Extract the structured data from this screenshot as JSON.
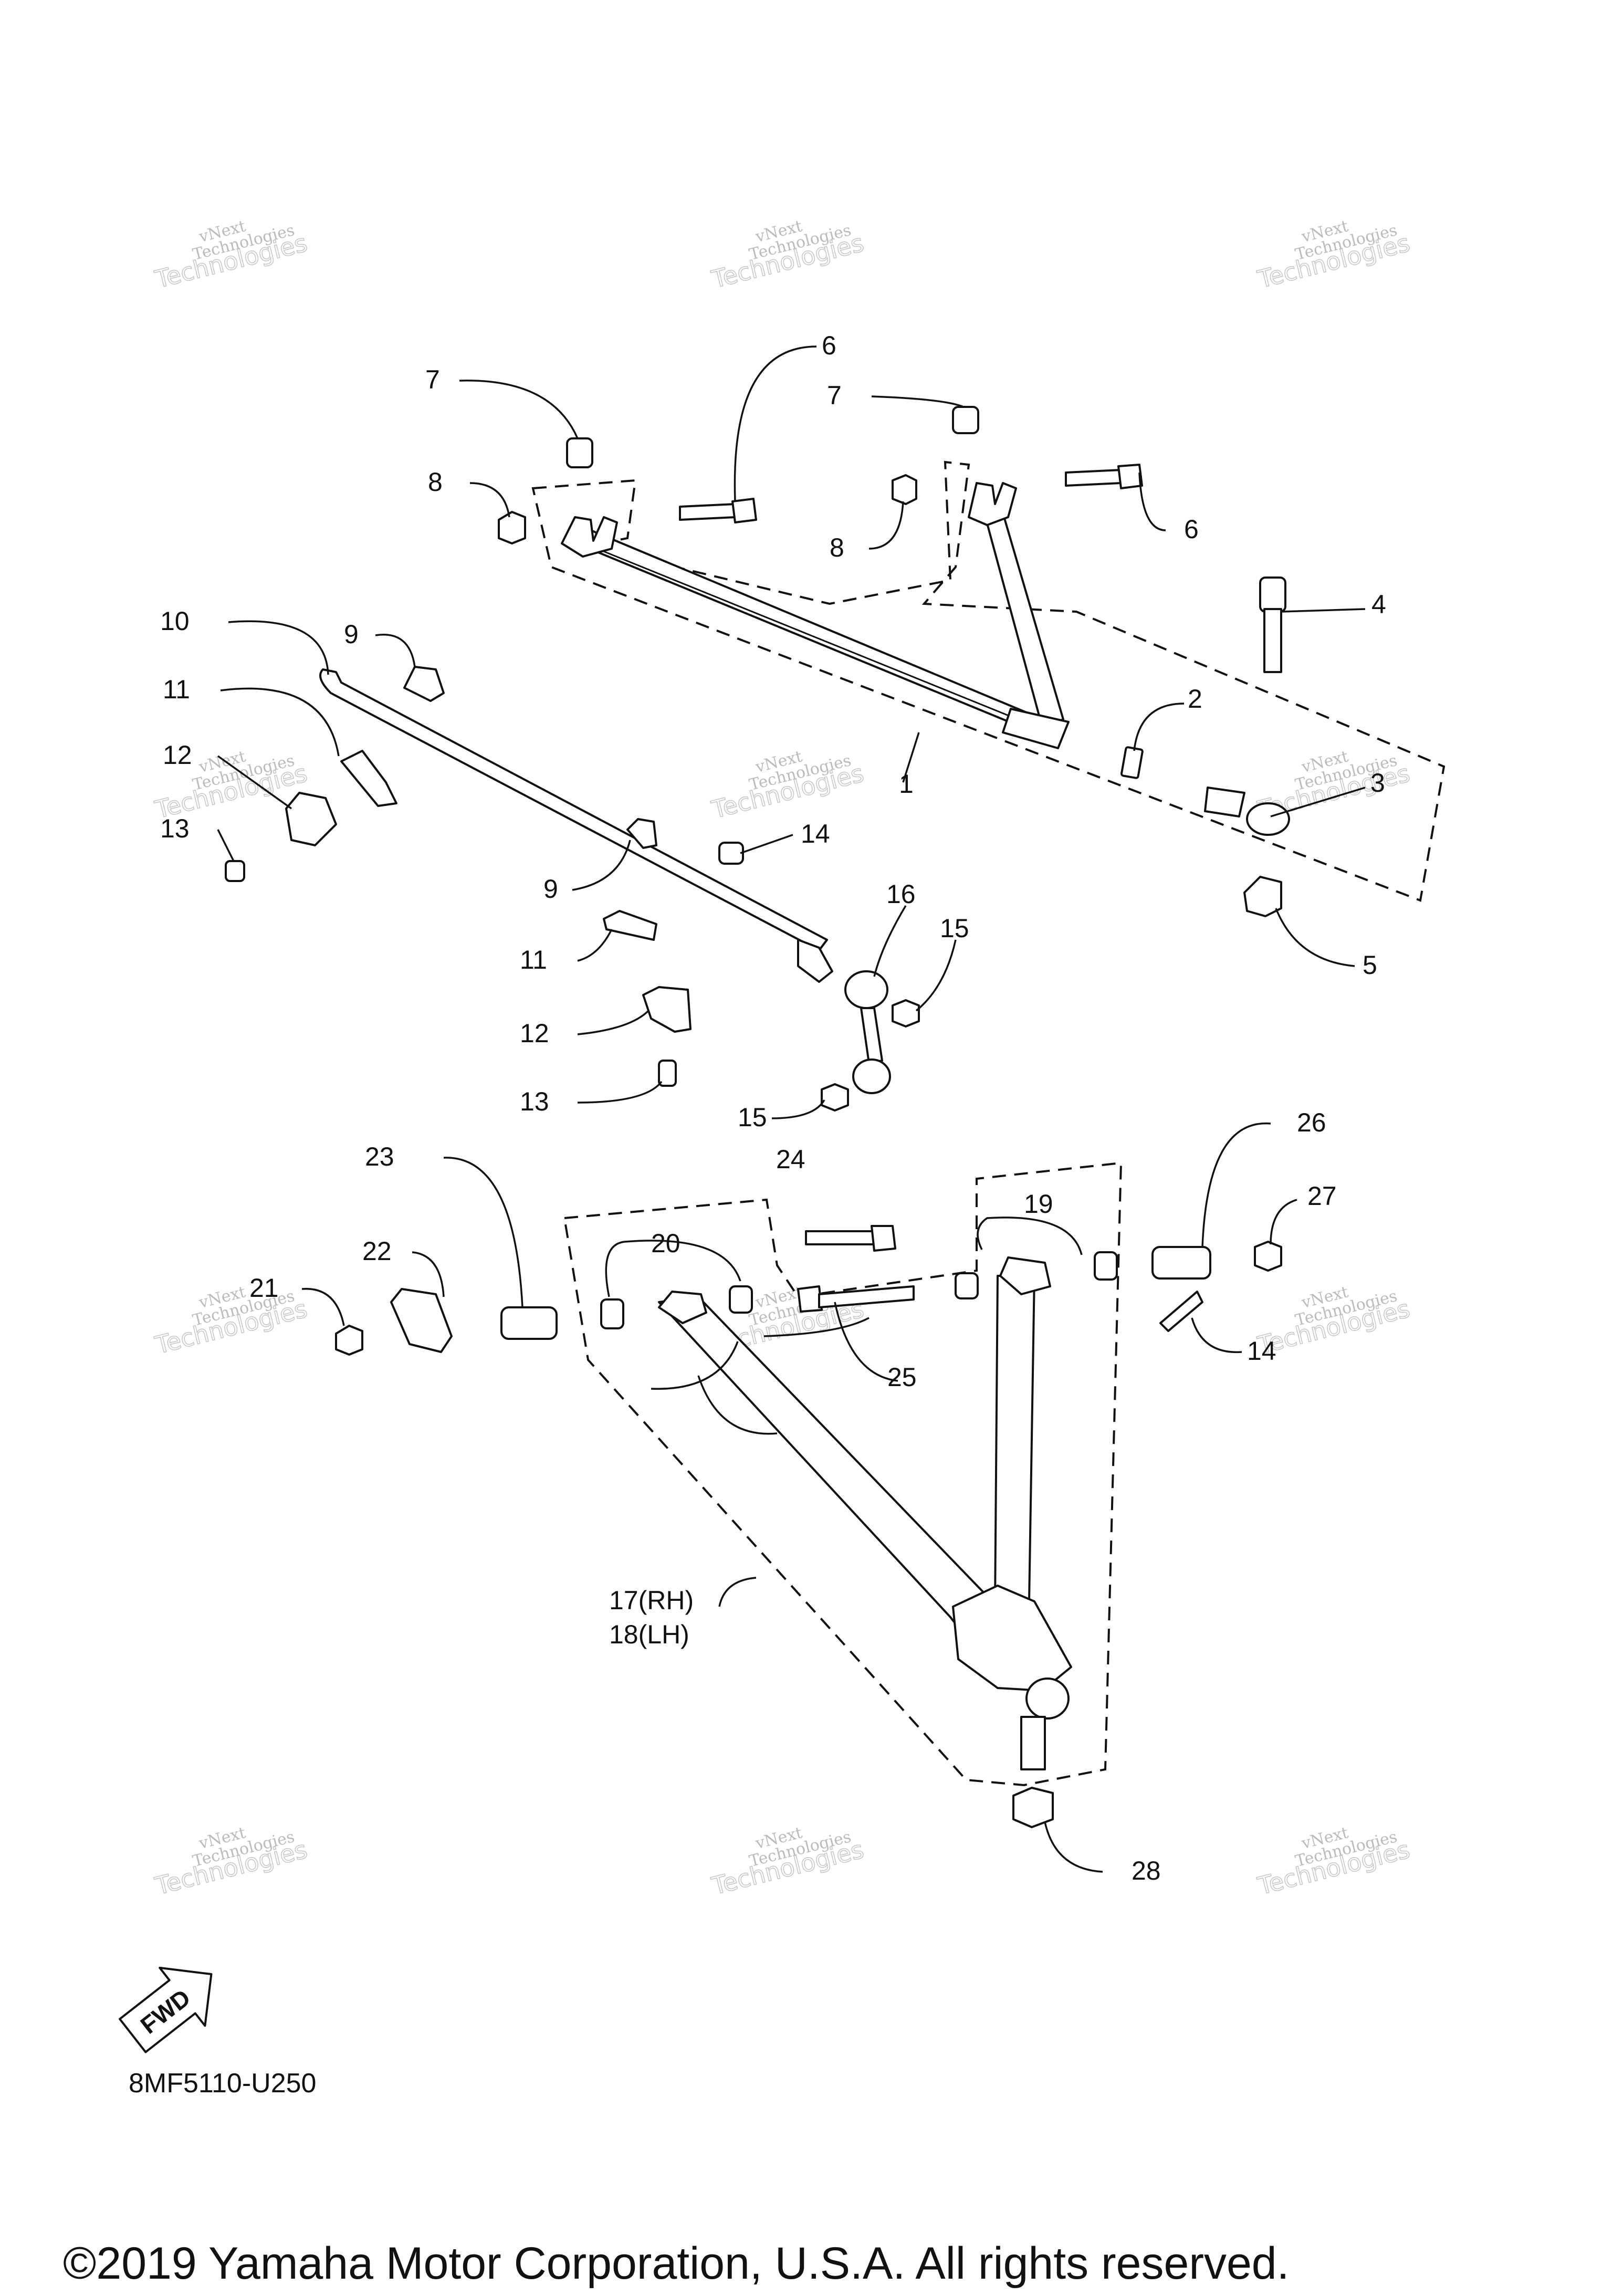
{
  "callouts": {
    "c1": "1",
    "c2": "2",
    "c3": "3",
    "c4": "4",
    "c5": "5",
    "c6a": "6",
    "c6b": "6",
    "c7a": "7",
    "c7b": "7",
    "c8a": "8",
    "c8b": "8",
    "c9a": "9",
    "c9b": "9",
    "c10": "10",
    "c11a": "11",
    "c11b": "11",
    "c12a": "12",
    "c12b": "12",
    "c13a": "13",
    "c13b": "13",
    "c14a": "14",
    "c14b": "14",
    "c15a": "15",
    "c15b": "15",
    "c16": "16",
    "c17": "17(RH)",
    "c18": "18(LH)",
    "c19": "19",
    "c20": "20",
    "c21": "21",
    "c22": "22",
    "c23": "23",
    "c24": "24",
    "c25": "25",
    "c26": "26",
    "c27": "27",
    "c28": "28"
  },
  "watermark": {
    "line1": "vNext",
    "line2": "Technologies",
    "outline": "Technologies"
  },
  "fwd_arrow_label": "FWD",
  "drawing_code": "8MF5110-U250",
  "copyright": "©2019 Yamaha Motor Corporation, U.S.A. All rights reserved."
}
